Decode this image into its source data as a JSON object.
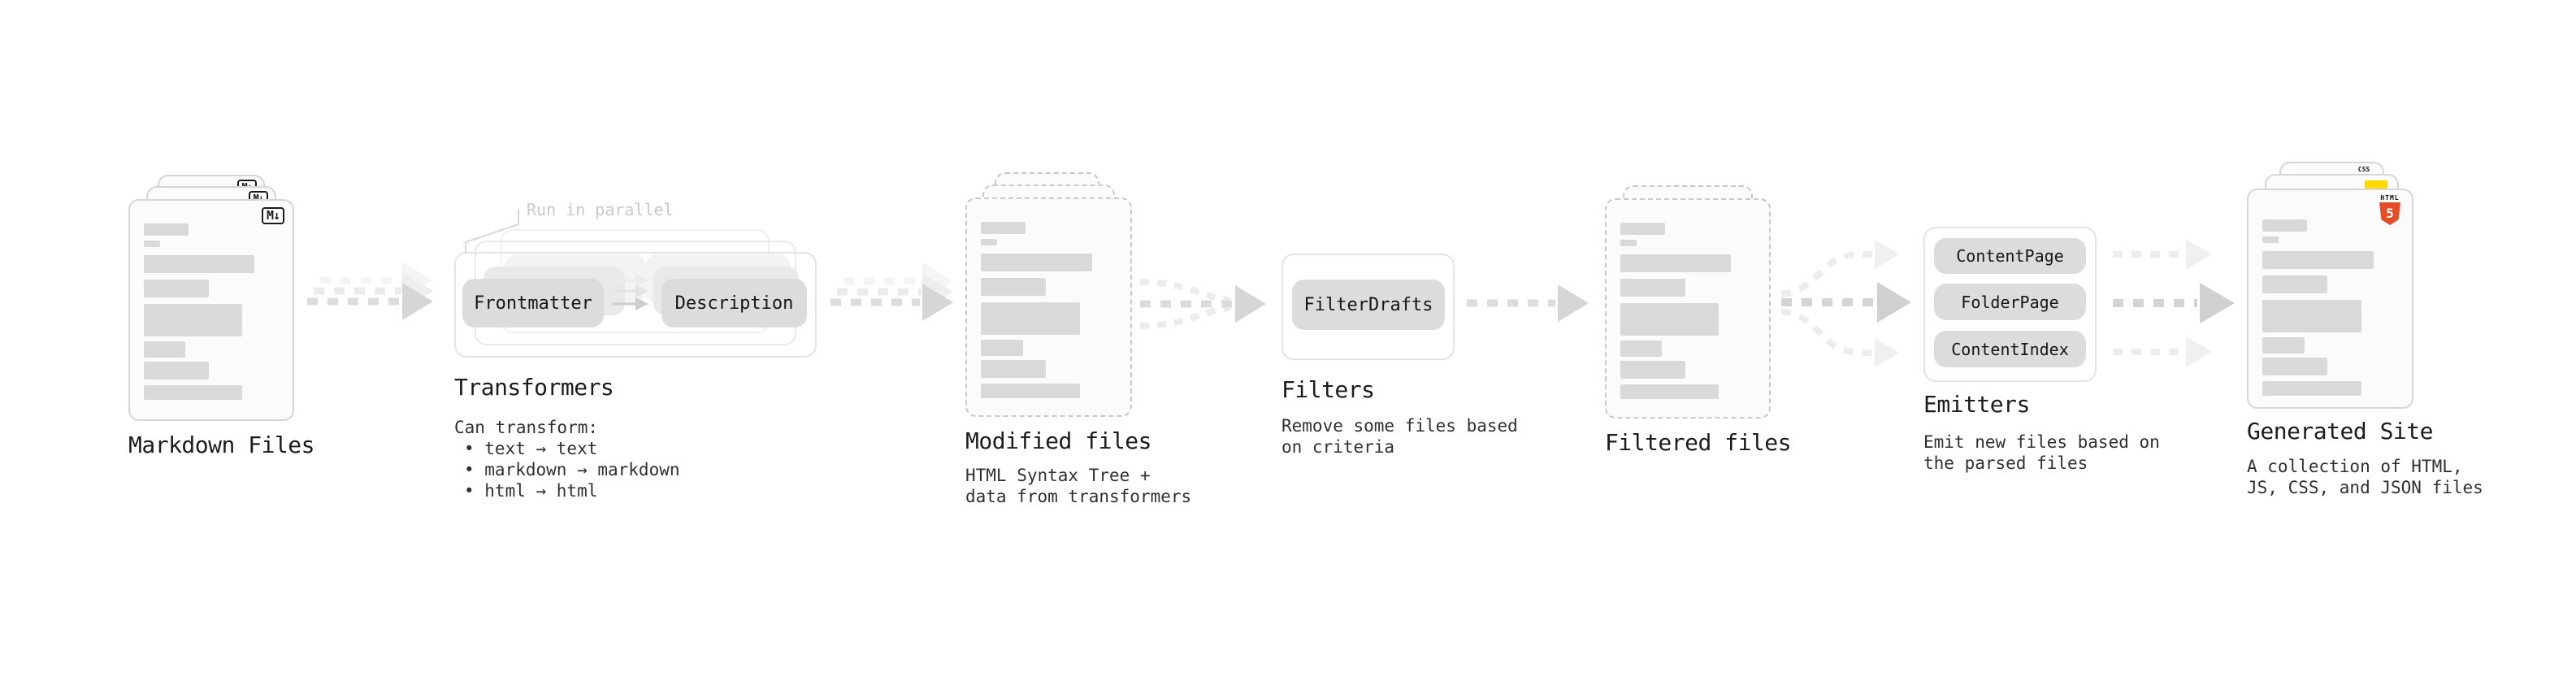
{
  "colors": {
    "bar_gray": "#d9d9d9",
    "pill_gray": "#dcdcdc",
    "arrow_gray": "#dcdcdc",
    "html5_orange": "#e44d26",
    "css_blue": "#2a62e9",
    "js_yellow": "#ffd900",
    "note_gray": "#c9c9c9"
  },
  "markdown_files": {
    "title": "Markdown Files",
    "badge": "M↓"
  },
  "transformers": {
    "title": "Transformers",
    "note": "Run in parallel",
    "pills": [
      "Frontmatter",
      "Description"
    ],
    "description_lines": [
      "Can transform:",
      "• text → text",
      "• markdown → markdown",
      "• html → html"
    ]
  },
  "modified_files": {
    "title": "Modified files",
    "description_lines": [
      "HTML Syntax Tree +",
      "data from transformers"
    ]
  },
  "filters": {
    "title": "Filters",
    "pills": [
      "FilterDrafts"
    ],
    "description_lines": [
      "Remove some files based",
      "on criteria"
    ]
  },
  "filtered_files": {
    "title": "Filtered files"
  },
  "emitters": {
    "title": "Emitters",
    "pills": [
      "ContentPage",
      "FolderPage",
      "ContentIndex"
    ],
    "description_lines": [
      "Emit new files based on",
      "the parsed files"
    ]
  },
  "generated_site": {
    "title": "Generated Site",
    "description_lines": [
      "A collection of HTML,",
      "JS, CSS, and JSON files"
    ],
    "badges": {
      "html_label": "HTML",
      "html_number": "5",
      "css_label": "CSS"
    }
  }
}
